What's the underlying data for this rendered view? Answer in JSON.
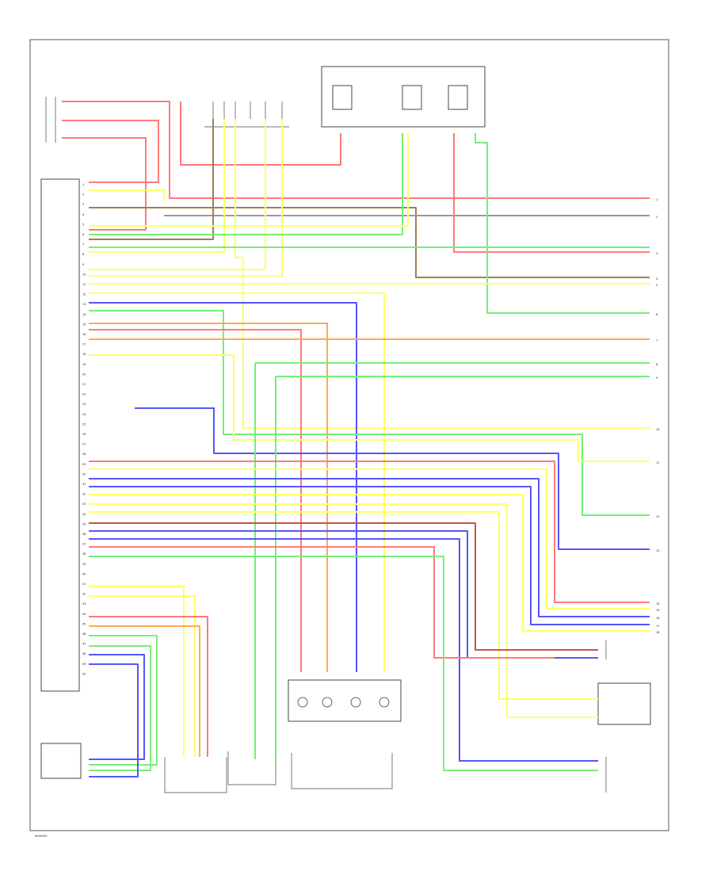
{
  "colors": {
    "red": "#ff7a7a",
    "yellow": "#ffff66",
    "green": "#77ee77",
    "blue": "#5555ff",
    "orange": "#ffaa55",
    "brown": "#a08050",
    "gray": "#999999",
    "darkred": "#cc5050"
  },
  "footer": {
    "code": "W05G00"
  },
  "modules": {
    "top_center": "",
    "top_right": "",
    "light_control": "",
    "airbag_control": "",
    "side_airbag_front_left": "",
    "front_pretensioner": "",
    "front_dash": "",
    "right_seat": "",
    "side_airbag_right": "",
    "left_seat": ""
  },
  "right_terminals": [
    "1",
    "2",
    "3",
    "4",
    "5",
    "6",
    "7",
    "8",
    "9",
    "10",
    "11",
    "12",
    "13",
    "14",
    "15",
    "16",
    "17",
    "18"
  ],
  "left_pins": [
    "1",
    "2",
    "3",
    "4",
    "5",
    "6",
    "7",
    "8",
    "9",
    "10",
    "11",
    "12",
    "13",
    "14",
    "15",
    "16",
    "17",
    "18",
    "19",
    "20",
    "21",
    "22",
    "23",
    "24",
    "25",
    "26",
    "27",
    "28",
    "29",
    "30",
    "31",
    "32",
    "33",
    "34",
    "35",
    "36",
    "37",
    "38",
    "39",
    "40",
    "41",
    "42",
    "43",
    "44",
    "45",
    "46",
    "47",
    "48",
    "49",
    "50"
  ]
}
